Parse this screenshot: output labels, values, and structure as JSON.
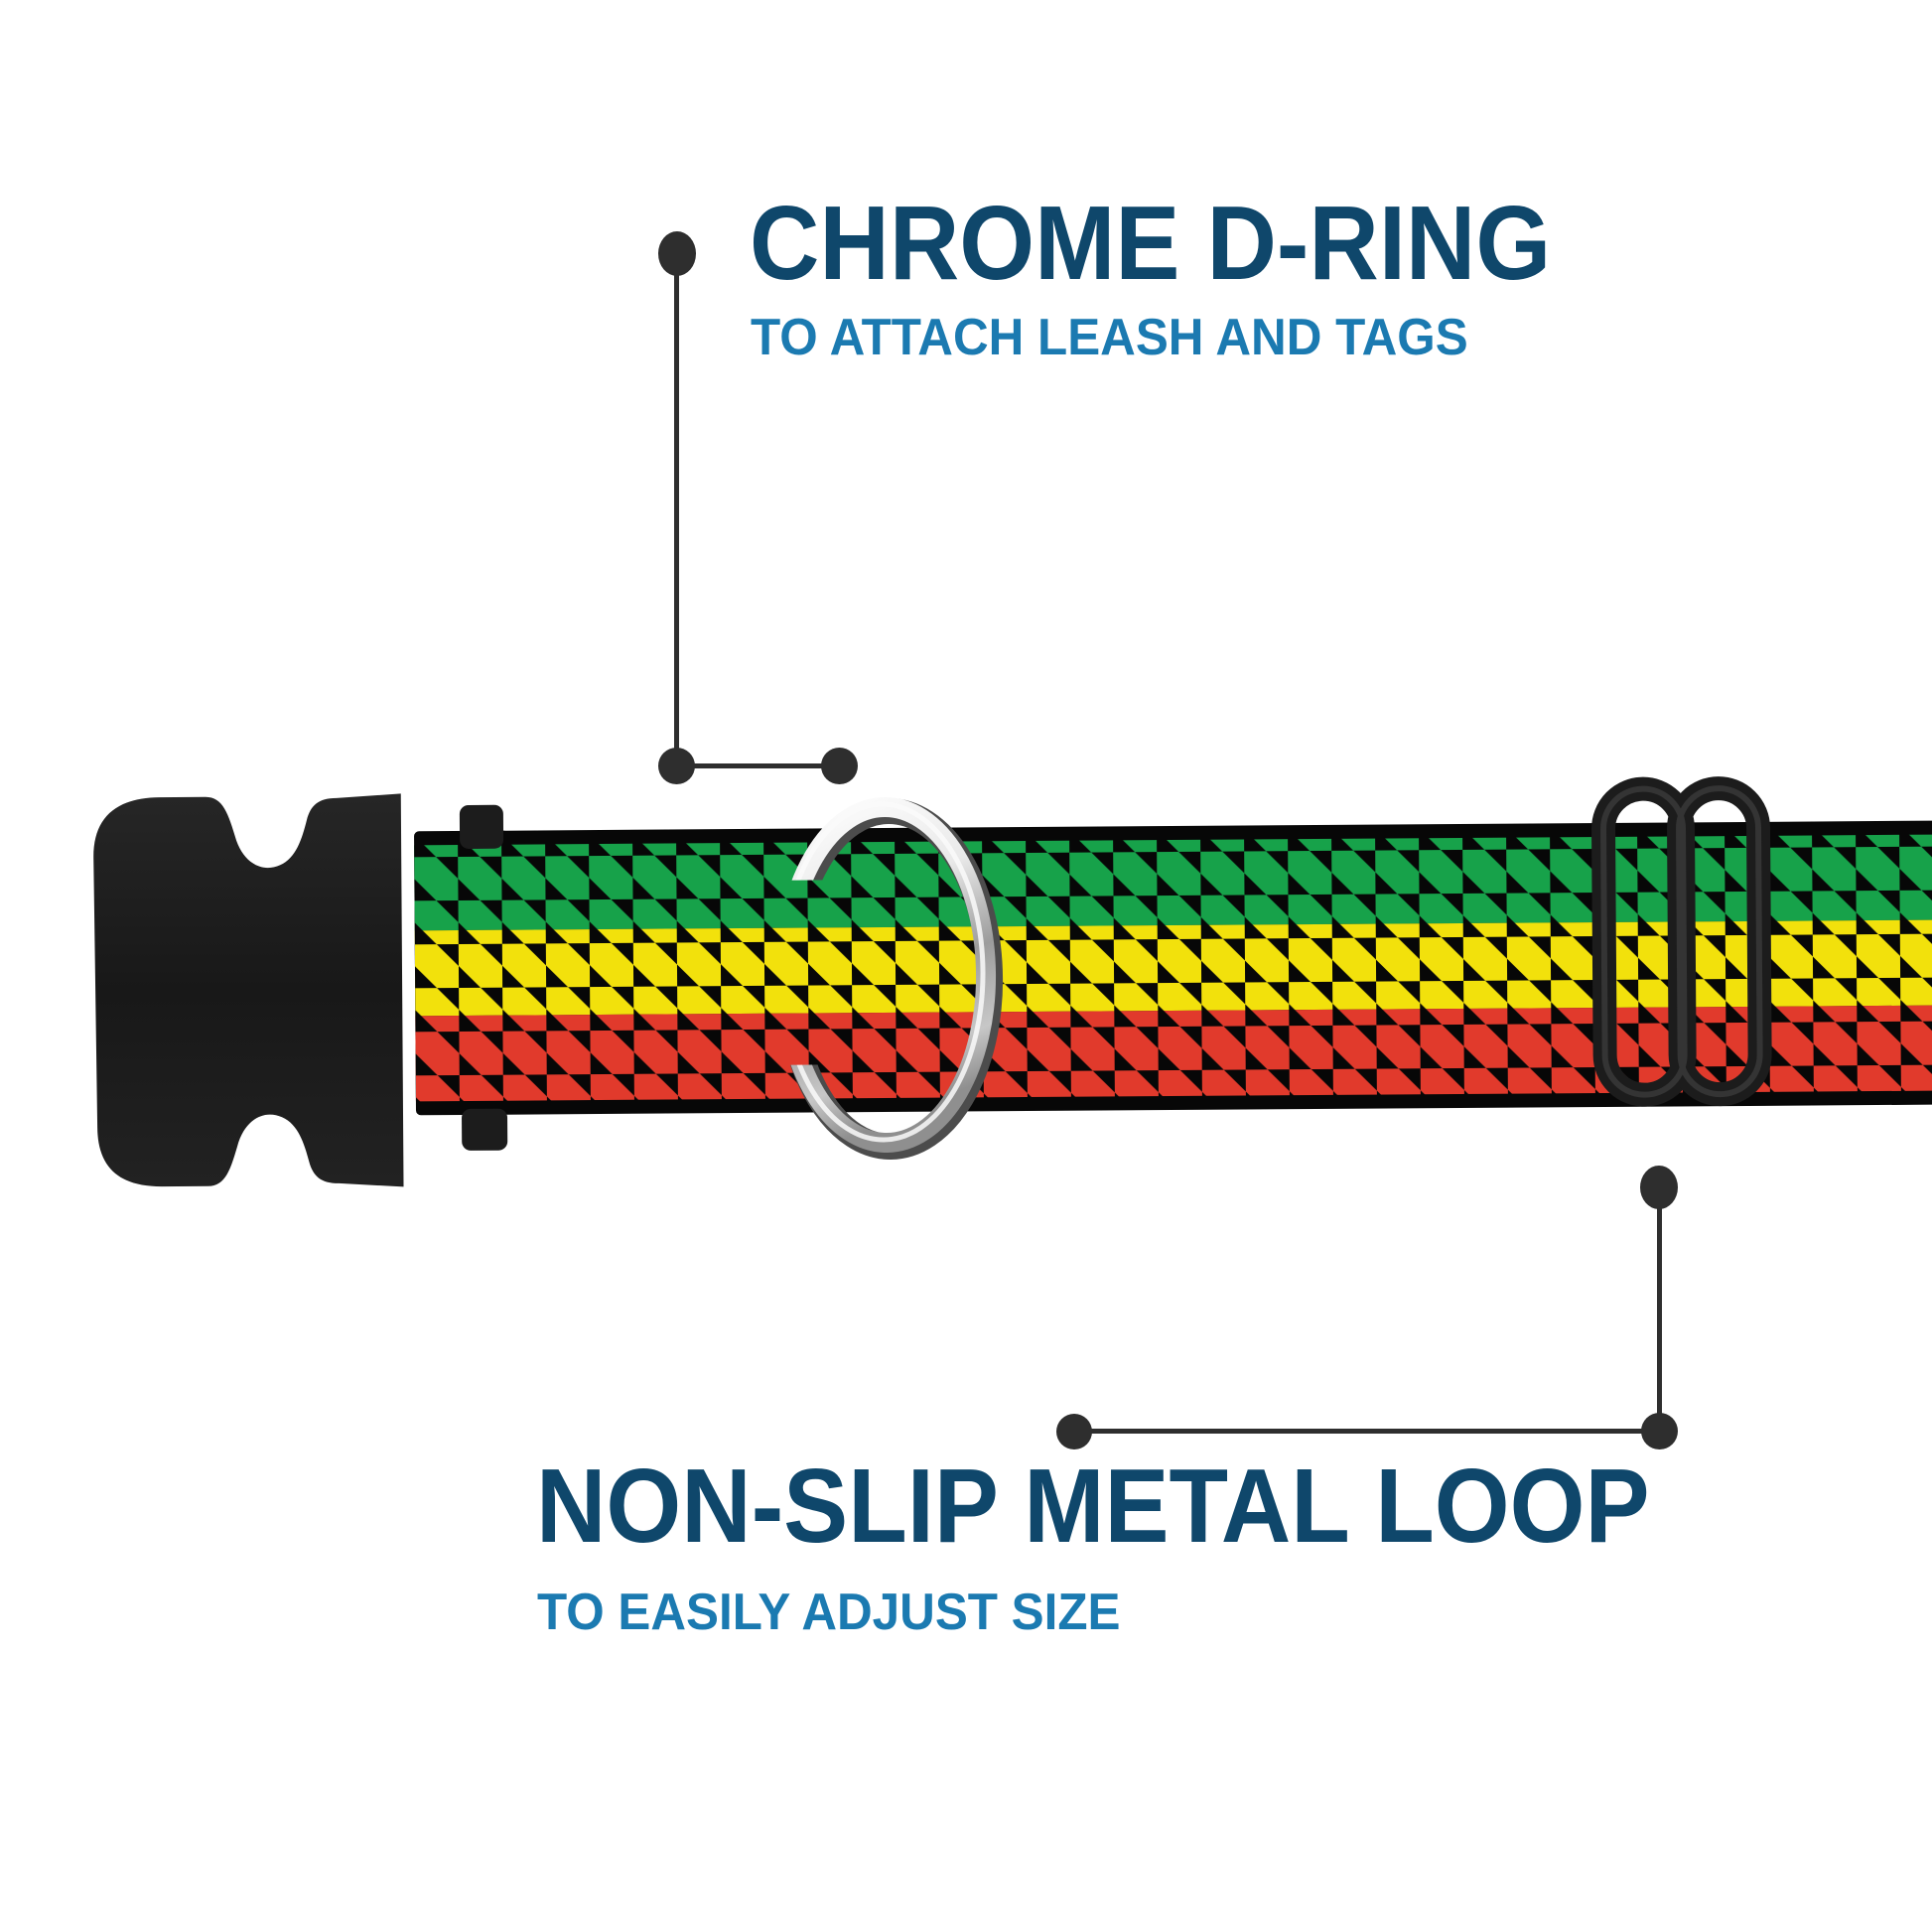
{
  "callouts": {
    "d_ring": {
      "title": "CHROME D-RING",
      "subtitle": "TO ATTACH LEASH AND TAGS"
    },
    "metal_loop": {
      "title": "NON-SLIP METAL LOOP",
      "subtitle": "TO EASILY ADJUST SIZE"
    }
  },
  "product": {
    "type": "adjustable-dog-collar",
    "pattern_name": "houndstooth",
    "pattern_ground": "black",
    "band_order_top_to_bottom": [
      "green",
      "yellow",
      "red"
    ],
    "parts": [
      "black-side-release-buckle",
      "chrome-d-ring",
      "black-tri-glide-slider",
      "patterned-webbing"
    ]
  },
  "colors": {
    "headline": "#0f476b",
    "subtitle": "#1b7ab1",
    "callout": "#2e2e2e",
    "pattern-green": "#17a24a",
    "pattern-yellow": "#f2e10c",
    "pattern-red": "#e13a2c",
    "pattern-ground": "#070707",
    "hardware-black": "#1c1c1c",
    "chrome-light": "#f5f5f5",
    "chrome-dark": "#8f8f8f",
    "background": "#ffffff"
  }
}
